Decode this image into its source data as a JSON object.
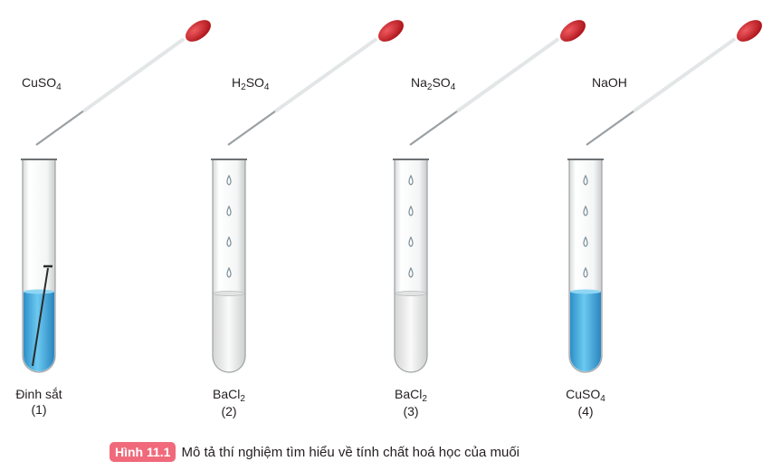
{
  "reagents": [
    {
      "main": "CuSO",
      "sub": "4",
      "tail": ""
    },
    {
      "main": "H",
      "sub": "2",
      "tail": "SO",
      "sub2": "4"
    },
    {
      "main": "Na",
      "sub": "2",
      "tail": "SO",
      "sub2": "4"
    },
    {
      "main": "NaOH",
      "sub": "",
      "tail": ""
    }
  ],
  "tubes": [
    {
      "label_main": "Đinh sắt",
      "label_sub": "",
      "number": "(1)"
    },
    {
      "label_main": "BaCl",
      "label_sub": "2",
      "number": "(2)"
    },
    {
      "label_main": "BaCl",
      "label_sub": "2",
      "number": "(3)"
    },
    {
      "label_main": "CuSO",
      "label_sub": "4",
      "number": "(4)"
    }
  ],
  "caption": {
    "badge": "Hình 11.1",
    "text": "Mô tả thí nghiệm tìm hiểu về tính chất hoá học của muối"
  },
  "colors": {
    "blue_solution": "#3aa6dc",
    "dropper_bulb": "#c4161c",
    "badge": "#f06a7b"
  }
}
